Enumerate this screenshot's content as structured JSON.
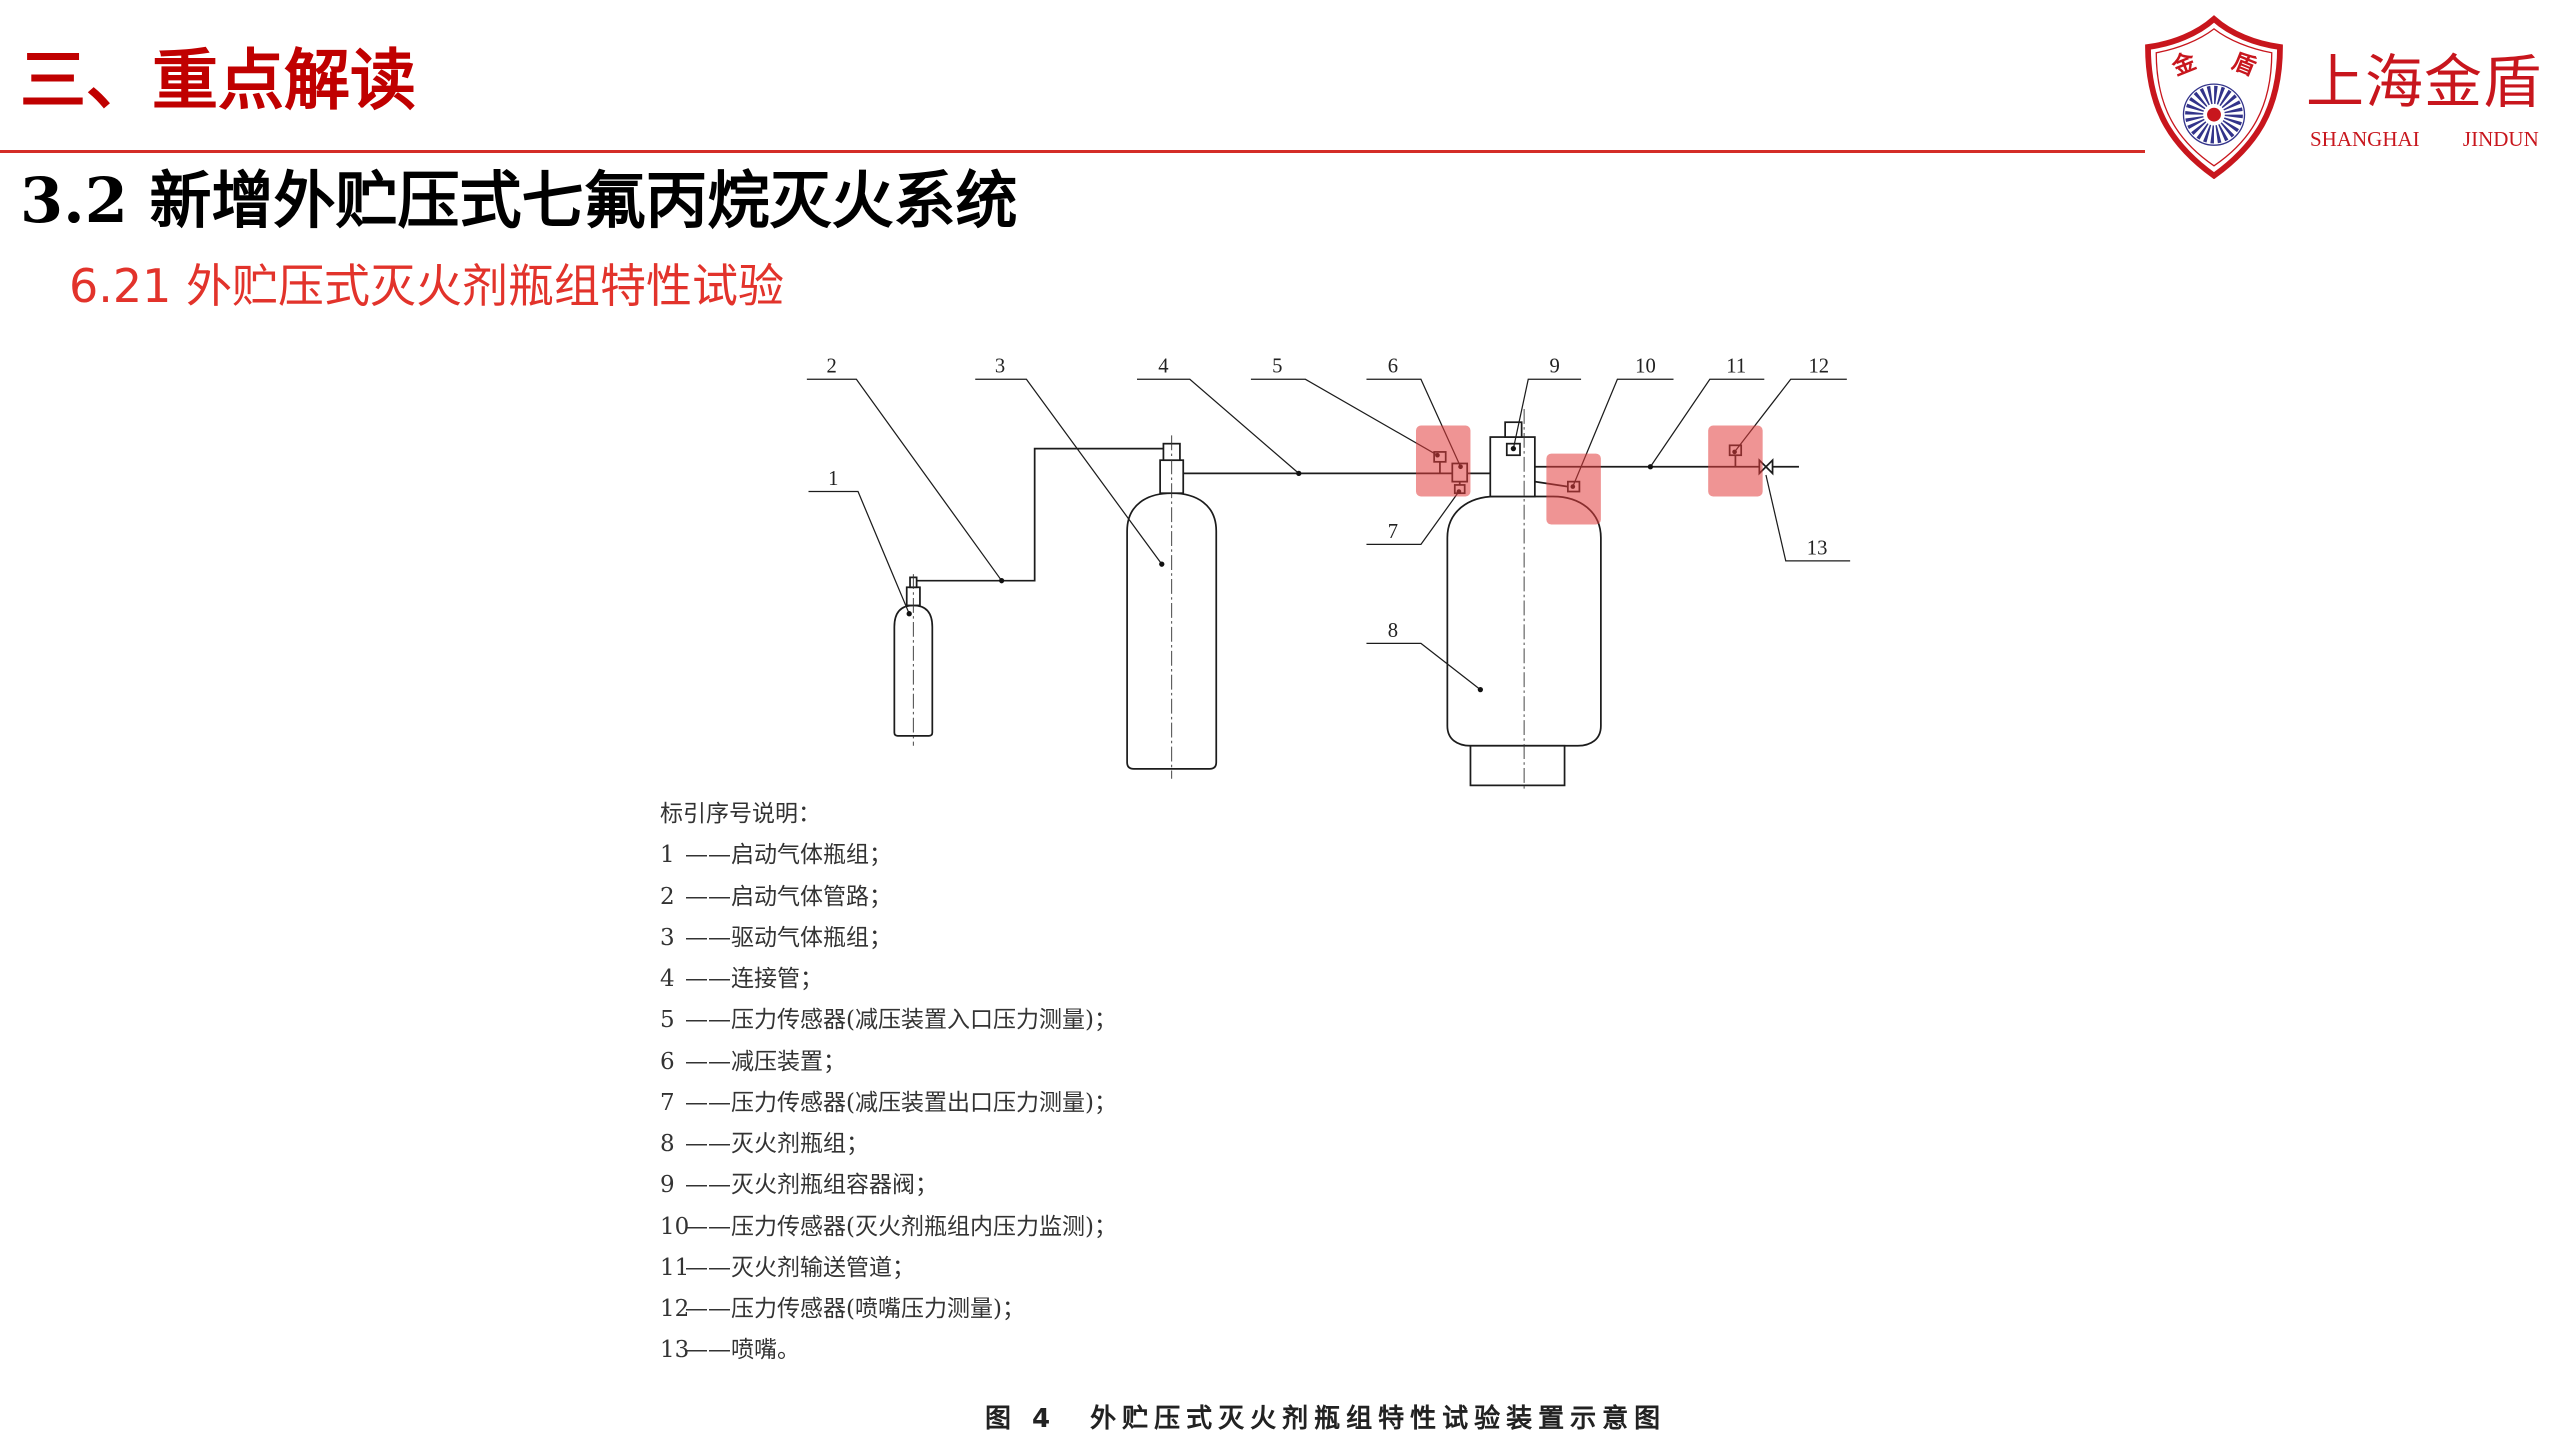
{
  "header": {
    "title": "三、重点解读"
  },
  "logo": {
    "shield_chars": [
      "金",
      "盾"
    ],
    "shield_icon": "gear-wheel-icon",
    "brand_cn": "上海金盾",
    "brand_en": "SHANGHAI JINDUN"
  },
  "slide": {
    "subtitle": "3.2 新增外贮压式七氟丙烷灭火系统",
    "section": "6.21 外贮压式灭火剂瓶组特性试验"
  },
  "diagram": {
    "callouts": [
      "1",
      "2",
      "3",
      "4",
      "5",
      "6",
      "7",
      "8",
      "9",
      "10",
      "11",
      "12",
      "13"
    ]
  },
  "legend": {
    "heading": "标引序号说明：",
    "items": [
      {
        "num": "1",
        "text": "——启动气体瓶组；"
      },
      {
        "num": "2",
        "text": "——启动气体管路；"
      },
      {
        "num": "3",
        "text": "——驱动气体瓶组；"
      },
      {
        "num": "4",
        "text": "——连接管；"
      },
      {
        "num": "5",
        "text": "——压力传感器(减压装置入口压力测量)；"
      },
      {
        "num": "6",
        "text": "——减压装置；"
      },
      {
        "num": "7",
        "text": "——压力传感器(减压装置出口压力测量)；"
      },
      {
        "num": "8",
        "text": "——灭火剂瓶组；"
      },
      {
        "num": "9",
        "text": "——灭火剂瓶组容器阀；"
      },
      {
        "num": "10",
        "text": "——压力传感器(灭火剂瓶组内压力监测)；"
      },
      {
        "num": "11",
        "text": "——灭火剂输送管道；"
      },
      {
        "num": "12",
        "text": "——压力传感器(喷嘴压力测量)；"
      },
      {
        "num": "13",
        "text": "——喷嘴。"
      }
    ]
  },
  "caption": {
    "number": "图 4",
    "title": "外贮压式灭火剂瓶组特性试验装置示意图"
  },
  "colors": {
    "title_red": "#c00000",
    "rule_red": "#d42d28",
    "section_red": "#e2332b",
    "logo_red": "#c8161d",
    "logo_blue": "#32338a",
    "highlight_red": "#e23c3c"
  }
}
